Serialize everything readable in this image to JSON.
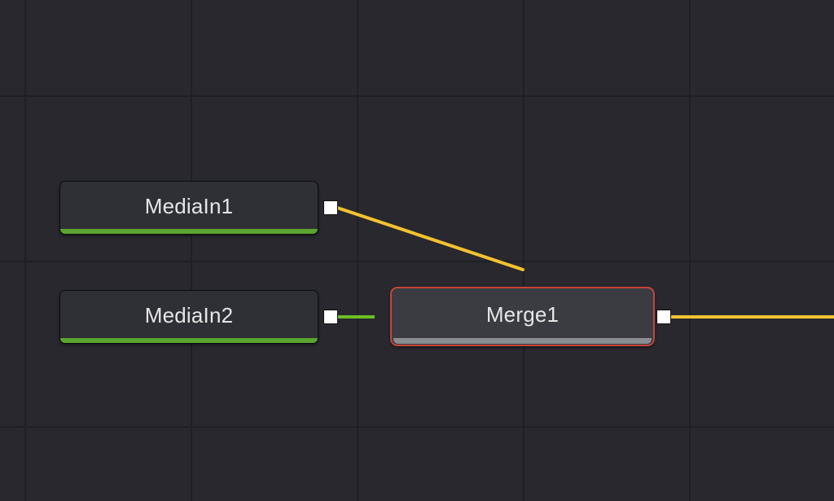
{
  "colors": {
    "background": "#28282e",
    "grid_line": "#1f1f24",
    "node_fill": "#2f3036",
    "node_selected_border": "#c6443a",
    "media_strip": "#5aa531",
    "wire_foreground": "#f2c230",
    "wire_background": "#6cbf24",
    "port_effect_mask": "#38a9e8",
    "port_output": "#ffffff"
  },
  "nodes": [
    {
      "id": "mediain1",
      "label": "MediaIn1"
    },
    {
      "id": "mediain2",
      "label": "MediaIn2"
    },
    {
      "id": "merge1",
      "label": "Merge1"
    }
  ],
  "icons": {
    "input_port": "triangle-right-icon",
    "output_port": "square-icon",
    "foreground_port": "triangle-down-icon",
    "mask_port": "triangle-up-icon"
  }
}
